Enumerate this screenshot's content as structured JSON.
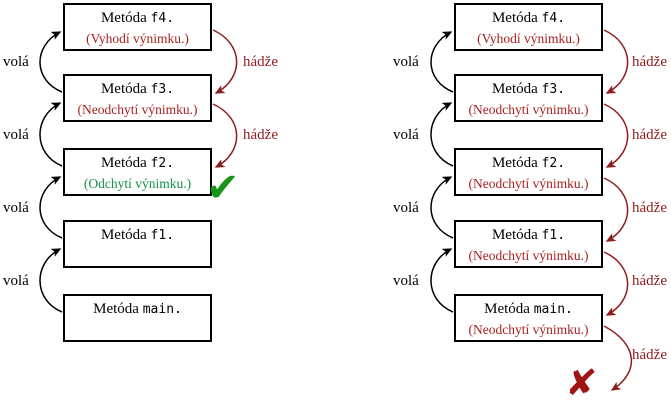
{
  "colors": {
    "box_border": "#000000",
    "note_red": "#a81f1f",
    "note_green": "#149144",
    "arrow_black": "#000000",
    "arrow_red": "#8f1d1d",
    "check_green": "#189418",
    "cross_red": "#a01313"
  },
  "labels": {
    "calls": "volá",
    "throws": "hádže"
  },
  "icons": {
    "check": "✔",
    "cross": "✘"
  },
  "diagrams": {
    "left": {
      "boxes": [
        {
          "title_word": "Metóda",
          "title_code": "f4.",
          "note": "(Vyhodí výnimku.)"
        },
        {
          "title_word": "Metóda",
          "title_code": "f3.",
          "note": "(Neodchytí výnimku.)"
        },
        {
          "title_word": "Metóda",
          "title_code": "f2.",
          "note": "(Odchytí výnimku.)"
        },
        {
          "title_word": "Metóda",
          "title_code": "f1.",
          "note": ""
        },
        {
          "title_word": "Metóda",
          "title_code": "main.",
          "note": ""
        }
      ],
      "outcome": "caught"
    },
    "right": {
      "boxes": [
        {
          "title_word": "Metóda",
          "title_code": "f4.",
          "note": "(Vyhodí výnimku.)"
        },
        {
          "title_word": "Metóda",
          "title_code": "f3.",
          "note": "(Neodchytí výnimku.)"
        },
        {
          "title_word": "Metóda",
          "title_code": "f2.",
          "note": "(Neodchytí výnimku.)"
        },
        {
          "title_word": "Metóda",
          "title_code": "f1.",
          "note": "(Neodchytí výnimku.)"
        },
        {
          "title_word": "Metóda",
          "title_code": "main.",
          "note": "(Neodchytí výnimku.)"
        }
      ],
      "outcome": "uncaught"
    }
  }
}
